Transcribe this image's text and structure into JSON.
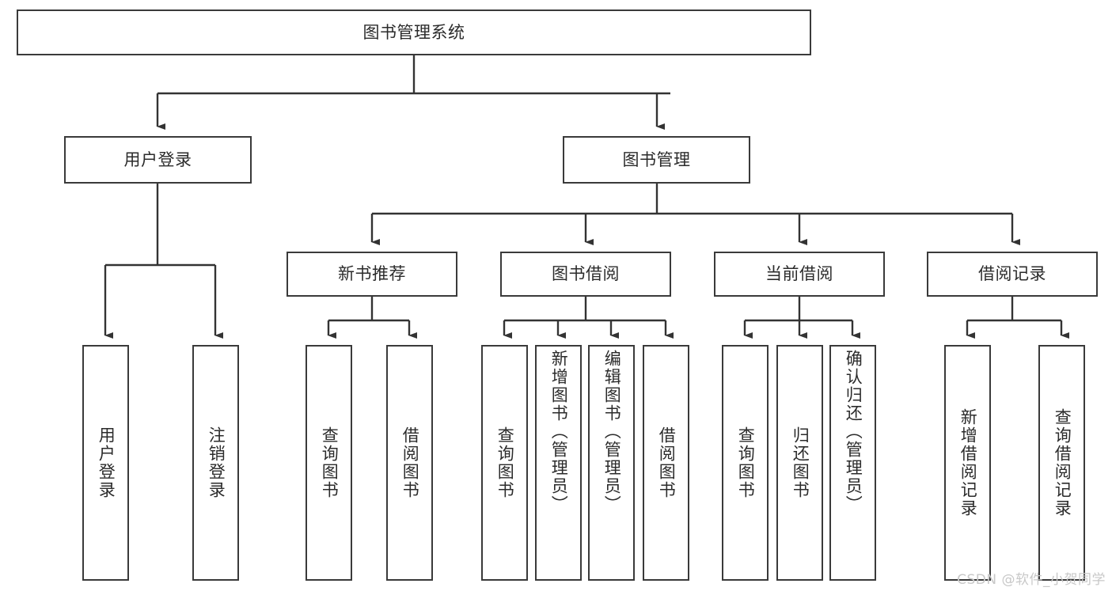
{
  "diagram": {
    "type": "tree-hierarchy",
    "title": "图书管理系统",
    "watermark": "CSDN @软件_小贺同学",
    "colors": {
      "box_border": "#3a3a3a",
      "box_fill": "#ffffff",
      "connector": "#333333",
      "text": "#2b2b2b",
      "watermark": "#c8c8c8"
    },
    "nodes": {
      "root": {
        "label": "图书管理系统"
      },
      "level2": [
        {
          "label": "用户登录"
        },
        {
          "label": "图书管理"
        }
      ],
      "level3": [
        {
          "label": "新书推荐"
        },
        {
          "label": "图书借阅"
        },
        {
          "label": "当前借阅"
        },
        {
          "label": "借阅记录"
        }
      ],
      "leaves": {
        "user_login": [
          {
            "label": "用户登录"
          },
          {
            "label": "注销登录"
          }
        ],
        "new_book_recommend": [
          {
            "label": "查询图书"
          },
          {
            "label": "借阅图书"
          }
        ],
        "book_borrow": [
          {
            "label": "查询图书"
          },
          {
            "label": "新增图书（管理员）"
          },
          {
            "label": "编辑图书（管理员）"
          },
          {
            "label": "借阅图书"
          }
        ],
        "current_borrow": [
          {
            "label": "查询图书"
          },
          {
            "label": "归还图书"
          },
          {
            "label": "确认归还（管理员）"
          }
        ],
        "borrow_record": [
          {
            "label": "新增借阅记录"
          },
          {
            "label": "查询借阅记录"
          }
        ]
      }
    }
  }
}
